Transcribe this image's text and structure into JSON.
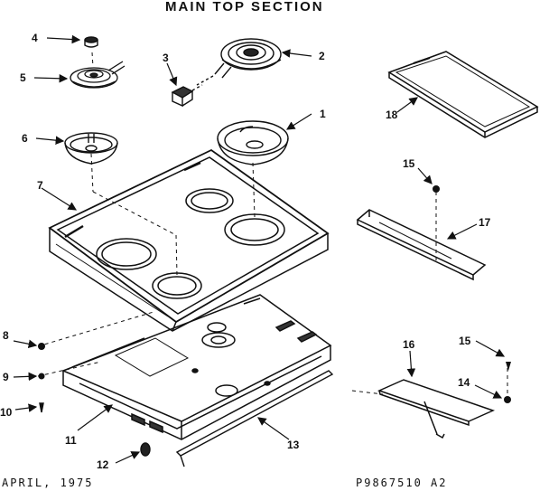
{
  "title": "MAIN TOP SECTION",
  "footer_left": "APRIL, 1975",
  "footer_right": "P9867510 A2",
  "callouts": [
    "1",
    "2",
    "3",
    "4",
    "5",
    "6",
    "7",
    "8",
    "9",
    "10",
    "11",
    "12",
    "13",
    "14",
    "15",
    "15",
    "16",
    "17",
    "18"
  ]
}
